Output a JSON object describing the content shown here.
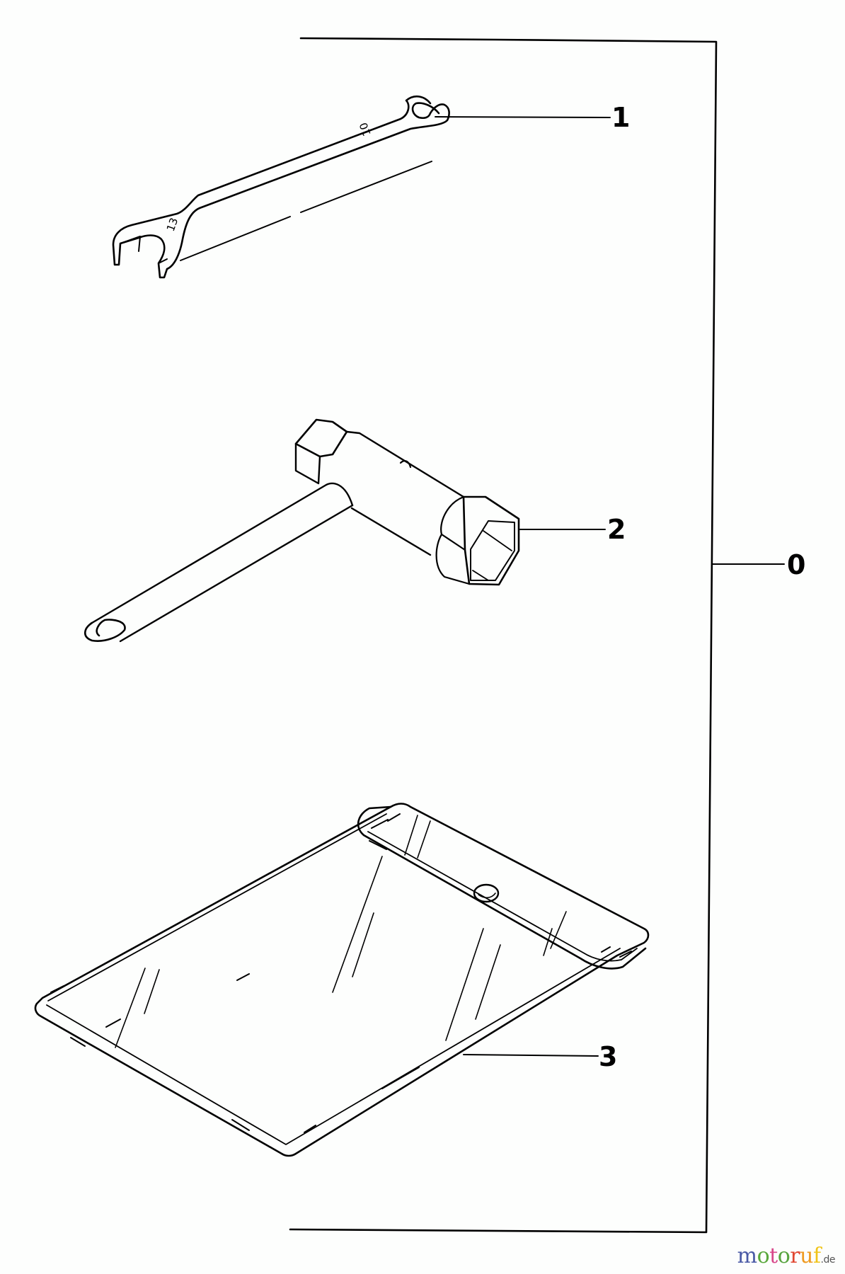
{
  "diagram": {
    "type": "exploded parts diagram",
    "group_label": "0",
    "parts": [
      {
        "callout": "1",
        "name": "double open-end wrench",
        "markings": [
          "10",
          "13"
        ]
      },
      {
        "callout": "2",
        "name": "spark plug socket wrench with T-bar"
      },
      {
        "callout": "3",
        "name": "tool bag"
      }
    ]
  },
  "callouts": {
    "c0": "0",
    "c1": "1",
    "c2": "2",
    "c3": "3"
  },
  "wrench": {
    "mark_small": "10",
    "mark_large": "13"
  },
  "watermark": {
    "letters": [
      {
        "ch": "m",
        "color": "#4a5aa6"
      },
      {
        "ch": "o",
        "color": "#5aa83c"
      },
      {
        "ch": "t",
        "color": "#d8478a"
      },
      {
        "ch": "o",
        "color": "#58a440"
      },
      {
        "ch": "r",
        "color": "#e0452f"
      },
      {
        "ch": "u",
        "color": "#ef9a1f"
      },
      {
        "ch": "f",
        "color": "#f0c419"
      }
    ],
    "tld": ".de",
    "text": "motoruf.de"
  }
}
